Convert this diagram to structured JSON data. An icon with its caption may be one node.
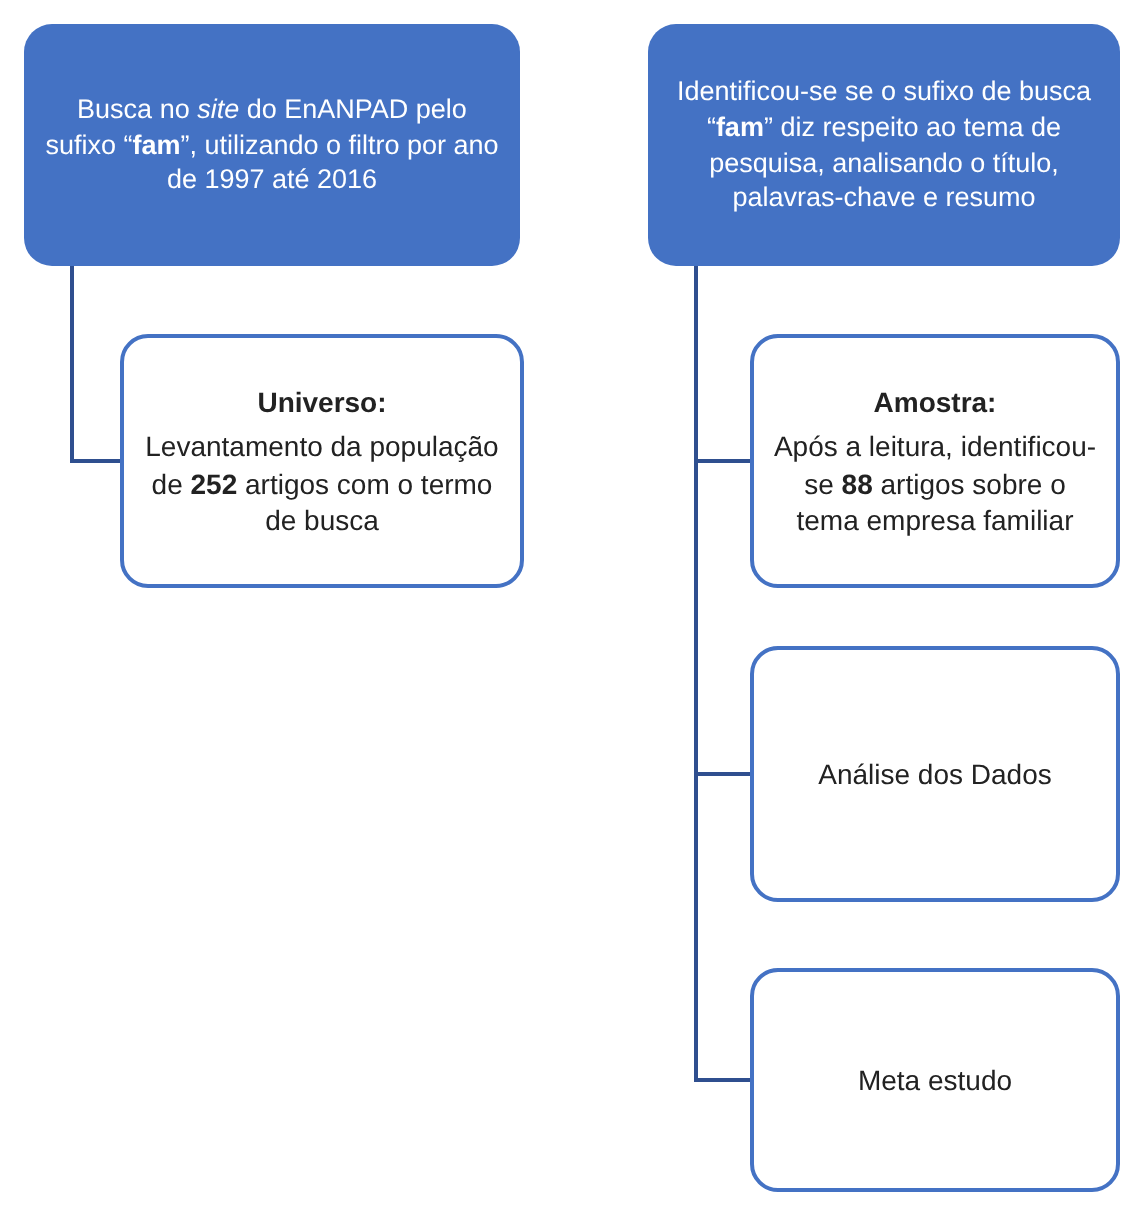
{
  "diagram": {
    "nodes": [
      {
        "text": [
          "Busca no *site* do EnANPAD pelo sufixo “**fam**”, utilizando o filtro por ano de 1997 até 2016"
        ]
      },
      {
        "text": [
          "Universo:",
          "Levantamento da população de **252** artigos com o termo de busca"
        ]
      },
      {
        "text": [
          "Identificou-se se o sufixo de busca “**fam**” diz respeito ao tema de pesquisa, analisando o título, palavras-chave e resumo"
        ]
      },
      {
        "text": [
          "Amostra:",
          "Após a leitura, identificou-se **88** artigos sobre o tema empresa familiar"
        ]
      },
      {
        "text": [
          "Análise dos Dados"
        ]
      },
      {
        "text": [
          "Meta estudo"
        ]
      }
    ],
    "edges": [
      {
        "from": 0,
        "to": 1,
        "arrow": "none"
      },
      {
        "from": 2,
        "to": 3,
        "arrow": "none"
      },
      {
        "from": 2,
        "to": 4,
        "arrow": "none"
      },
      {
        "from": 2,
        "to": 5,
        "arrow": "none"
      }
    ]
  }
}
